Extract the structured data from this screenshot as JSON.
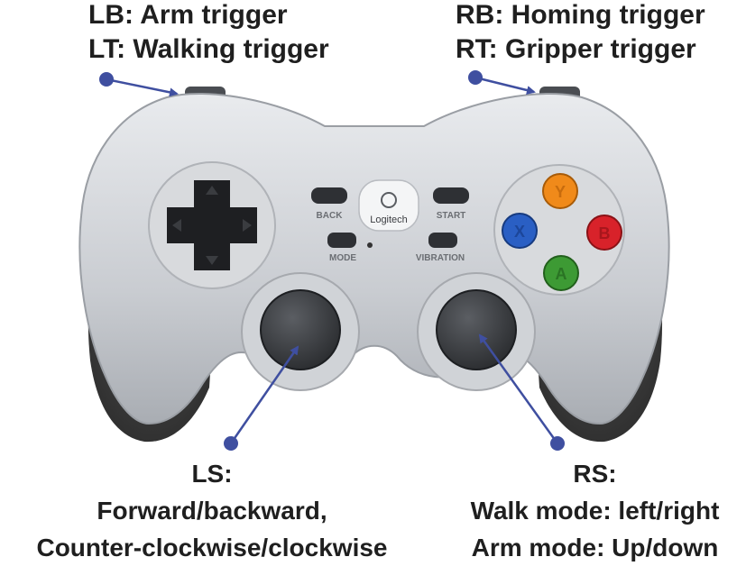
{
  "labels": {
    "lb": "LB: Arm trigger",
    "lt": "LT: Walking trigger",
    "rb": "RB: Homing trigger",
    "rt": "RT: Gripper trigger",
    "ls_title": "LS:",
    "ls_line1": "Forward/backward,",
    "ls_line2": "Counter-clockwise/clockwise",
    "rs_title": "RS:",
    "rs_line1": "Walk mode: left/right",
    "rs_line2": "Arm mode: Up/down"
  },
  "controller": {
    "brand": "Logitech",
    "back": "BACK",
    "start": "START",
    "mode": "MODE",
    "vibration": "VIBRATION",
    "btn_y": "Y",
    "btn_x": "X",
    "btn_b": "B",
    "btn_a": "A"
  },
  "colors": {
    "callout": "#3f4fa0",
    "btn_y": "#f08a1a",
    "btn_x": "#2a5fc4",
    "btn_b": "#d8222a",
    "btn_a": "#3d9a34"
  }
}
